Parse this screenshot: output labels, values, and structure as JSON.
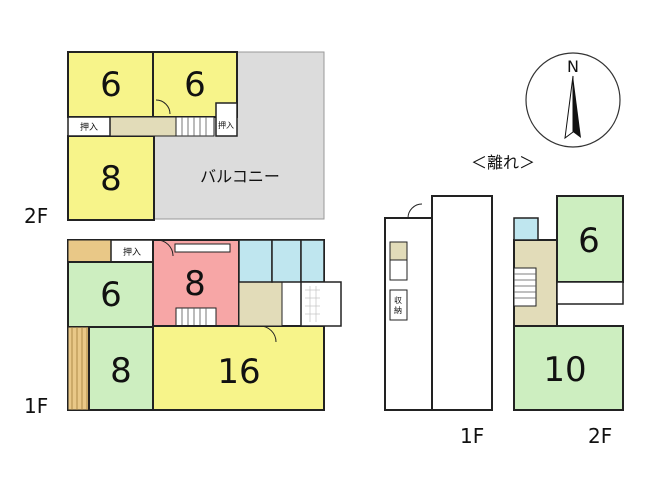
{
  "main": {
    "floor2": {
      "label": "2F",
      "rooms": [
        "6",
        "6",
        "8"
      ],
      "balcony": "バルコニー",
      "closets": [
        "押入",
        "押入"
      ]
    },
    "floor1": {
      "label": "1F",
      "rooms": [
        "6",
        "8",
        "8",
        "16"
      ],
      "closets": [
        "押入"
      ]
    }
  },
  "annex": {
    "title": "＜離れ＞",
    "floor1": {
      "label": "1F",
      "storage": "収\n納"
    },
    "floor2": {
      "label": "2F",
      "rooms": [
        "6",
        "10"
      ]
    }
  },
  "compass": {
    "north": "N"
  },
  "colors": {
    "tatami_yellow": "#f7f48a",
    "tatami_green": "#cdeec0",
    "western_pink": "#f7a6a6",
    "balcony_grey": "#dcdcdc",
    "floor_beige": "#e2dcb9",
    "wet_blue": "#bfe6ef",
    "wall": "#222222"
  }
}
